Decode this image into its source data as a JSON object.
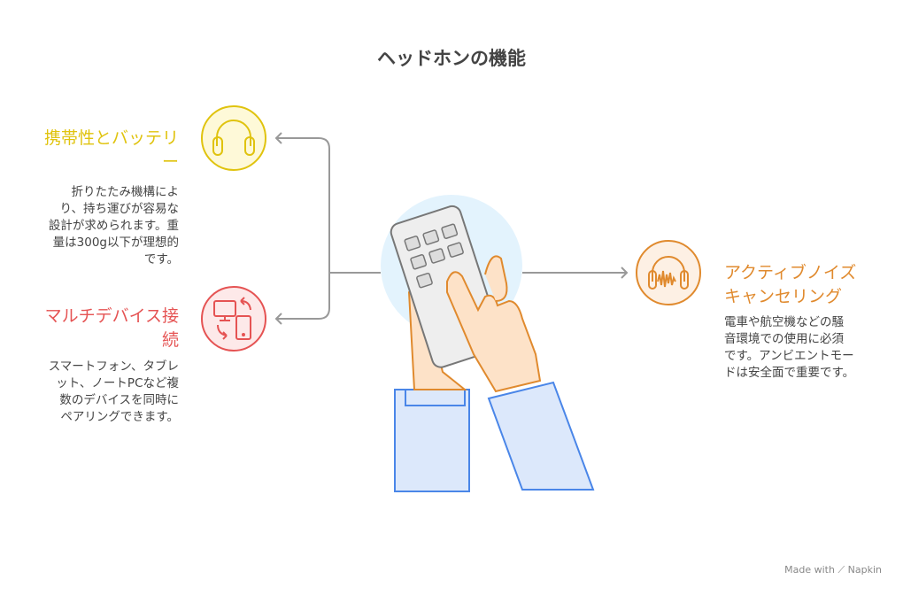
{
  "title": "ヘッドホンの機能",
  "colors": {
    "yellow": "#e0c30e",
    "red": "#e55353",
    "orange": "#e08a2e",
    "blue": "#4a86e8",
    "connector": "#999999"
  },
  "features": [
    {
      "icon": "headphones-icon",
      "heading_lines": [
        "携帯性とバッテリ",
        "ー"
      ],
      "desc_lines": [
        "折りたたみ機構によ",
        "り、持ち運びが容易な",
        "設計が求められます。重",
        "量は300g以下が理想的",
        "です。"
      ]
    },
    {
      "icon": "devices-sync-icon",
      "heading_lines": [
        "マルチデバイス接",
        "続"
      ],
      "desc_lines": [
        "スマートフォン、タブレ",
        "ット、ノートPCなど複",
        "数のデバイスを同時に",
        "ペアリングできます。"
      ]
    },
    {
      "icon": "noise-cancel-headphones-icon",
      "heading_lines": [
        "アクティブノイズ",
        "キャンセリング"
      ],
      "desc_lines": [
        "電車や航空機などの騒",
        "音環境での使用に必須",
        "です。アンビエントモー",
        "ドは安全面で重要です。"
      ]
    }
  ],
  "footer": {
    "made_with": "Made with",
    "brand": "Napkin"
  }
}
